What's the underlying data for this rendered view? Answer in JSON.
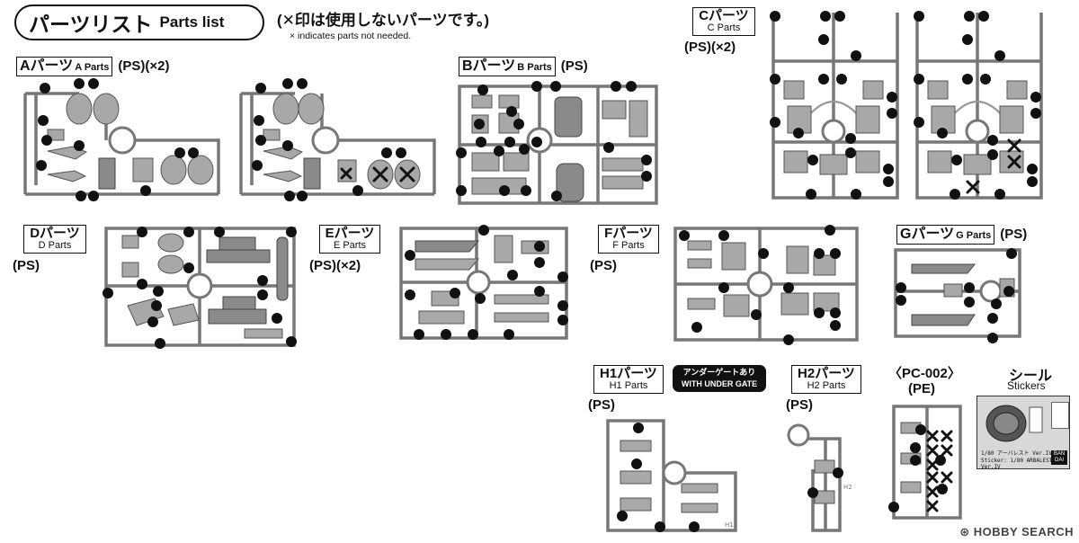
{
  "header": {
    "title_jp": "パーツリスト",
    "title_en": "Parts list",
    "note_jp": "(✕印は使用しないパーツです。)",
    "note_en": "× indicates parts not needed."
  },
  "runners": {
    "a": {
      "jp": "Aパーツ",
      "en": "A Parts",
      "material": "(PS)(×2)"
    },
    "b": {
      "jp": "Bパーツ",
      "en": "B Parts",
      "material": "(PS)"
    },
    "c": {
      "jp": "Cパーツ",
      "en": "C Parts",
      "material": "(PS)(×2)"
    },
    "d": {
      "jp": "Dパーツ",
      "en": "D Parts",
      "material": "(PS)"
    },
    "e": {
      "jp": "Eパーツ",
      "en": "E Parts",
      "material": "(PS)(×2)"
    },
    "f": {
      "jp": "Fパーツ",
      "en": "F Parts",
      "material": "(PS)"
    },
    "g": {
      "jp": "Gパーツ",
      "en": "G Parts",
      "material": "(PS)"
    },
    "h1": {
      "jp": "H1パーツ",
      "en": "H1 Parts",
      "material": "(PS)",
      "tag": "H1"
    },
    "h2": {
      "jp": "H2パーツ",
      "en": "H2 Parts",
      "material": "(PS)",
      "tag": "H2"
    },
    "pc": {
      "jp": "〈PC-002〉",
      "material": "(PE)"
    }
  },
  "under_gate": {
    "jp": "アンダーゲートあり",
    "en": "WITH UNDER GATE"
  },
  "stickers": {
    "jp": "シール",
    "en": "Stickers",
    "line1": "1/80 アーバレスト Ver.IV",
    "line2": "Sticker: 1/80 ARBALEST Ver.IV",
    "brand": "BAN DAI"
  },
  "footer": "HOBBY SEARCH",
  "colors": {
    "runner": "#a8a8a8",
    "ink": "#111111",
    "badge": "#111111"
  }
}
